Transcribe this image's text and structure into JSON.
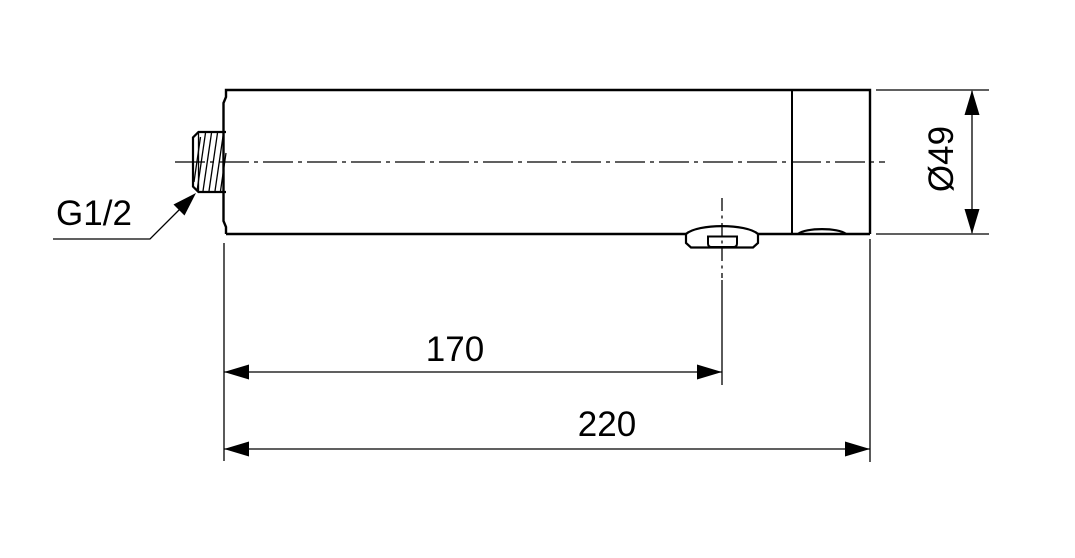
{
  "drawing": {
    "kind": "technical-dimension-drawing",
    "subject": "wall-mounted spout, side elevation",
    "thread_label": "G1/2",
    "dimensions": {
      "outlet_offset": "170",
      "total_length": "220",
      "diameter": "Ø49"
    },
    "colors": {
      "line": "#000000",
      "background": "#ffffff"
    }
  }
}
